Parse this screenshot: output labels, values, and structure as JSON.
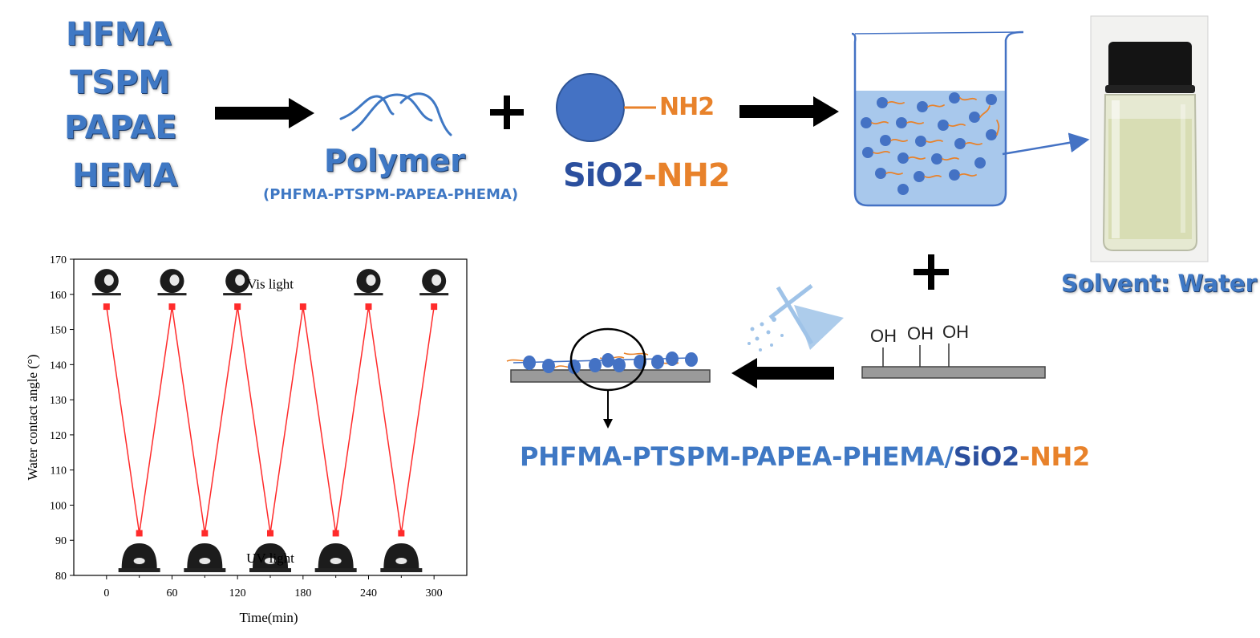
{
  "monomers": [
    "HFMA",
    "TSPM",
    "PAPAE",
    "HEMA"
  ],
  "polymer": {
    "title": "Polymer",
    "subtitle": "(PHFMA-PTSPM-PAPEA-PHEMA)"
  },
  "plus_sign": "+",
  "nanoparticle": {
    "group_label": "NH2",
    "name_part1": "SiO2",
    "name_part2": "-NH2"
  },
  "solvent_label": "Solvent: Water",
  "substrate_groups": [
    "OH",
    "OH",
    "OH"
  ],
  "coating_label": {
    "part1": "PHFMA-PTSPM-PAPEA-PHEMA/",
    "part2": "SiO2",
    "part3": "-NH2"
  },
  "colors": {
    "blue_text": "#3f78c4",
    "dark_blue": "#2b4f9e",
    "orange": "#e8822b",
    "particle": "#4472c4",
    "line_red": "#ff2b2b",
    "solution": "#a8c8ec"
  },
  "chart_data": {
    "type": "line",
    "xlabel": "Time(min)",
    "ylabel": "Water contact angle (°)",
    "xlim": [
      -30,
      330
    ],
    "ylim": [
      80,
      170
    ],
    "x_ticks": [
      0,
      60,
      120,
      180,
      240,
      300
    ],
    "y_ticks": [
      80,
      90,
      100,
      110,
      120,
      130,
      140,
      150,
      160,
      170
    ],
    "grid": false,
    "series": [
      {
        "x": [
          0,
          30,
          60,
          90,
          120,
          150,
          180,
          210,
          240,
          270,
          300
        ],
        "y": [
          156.5,
          92,
          156.5,
          92,
          156.5,
          92,
          156.5,
          92,
          156.5,
          92,
          156.5
        ]
      }
    ],
    "annotations": [
      {
        "text": "Vis light",
        "x": 150,
        "y": 163
      },
      {
        "text": "UV light",
        "x": 150,
        "y": 85
      }
    ]
  }
}
